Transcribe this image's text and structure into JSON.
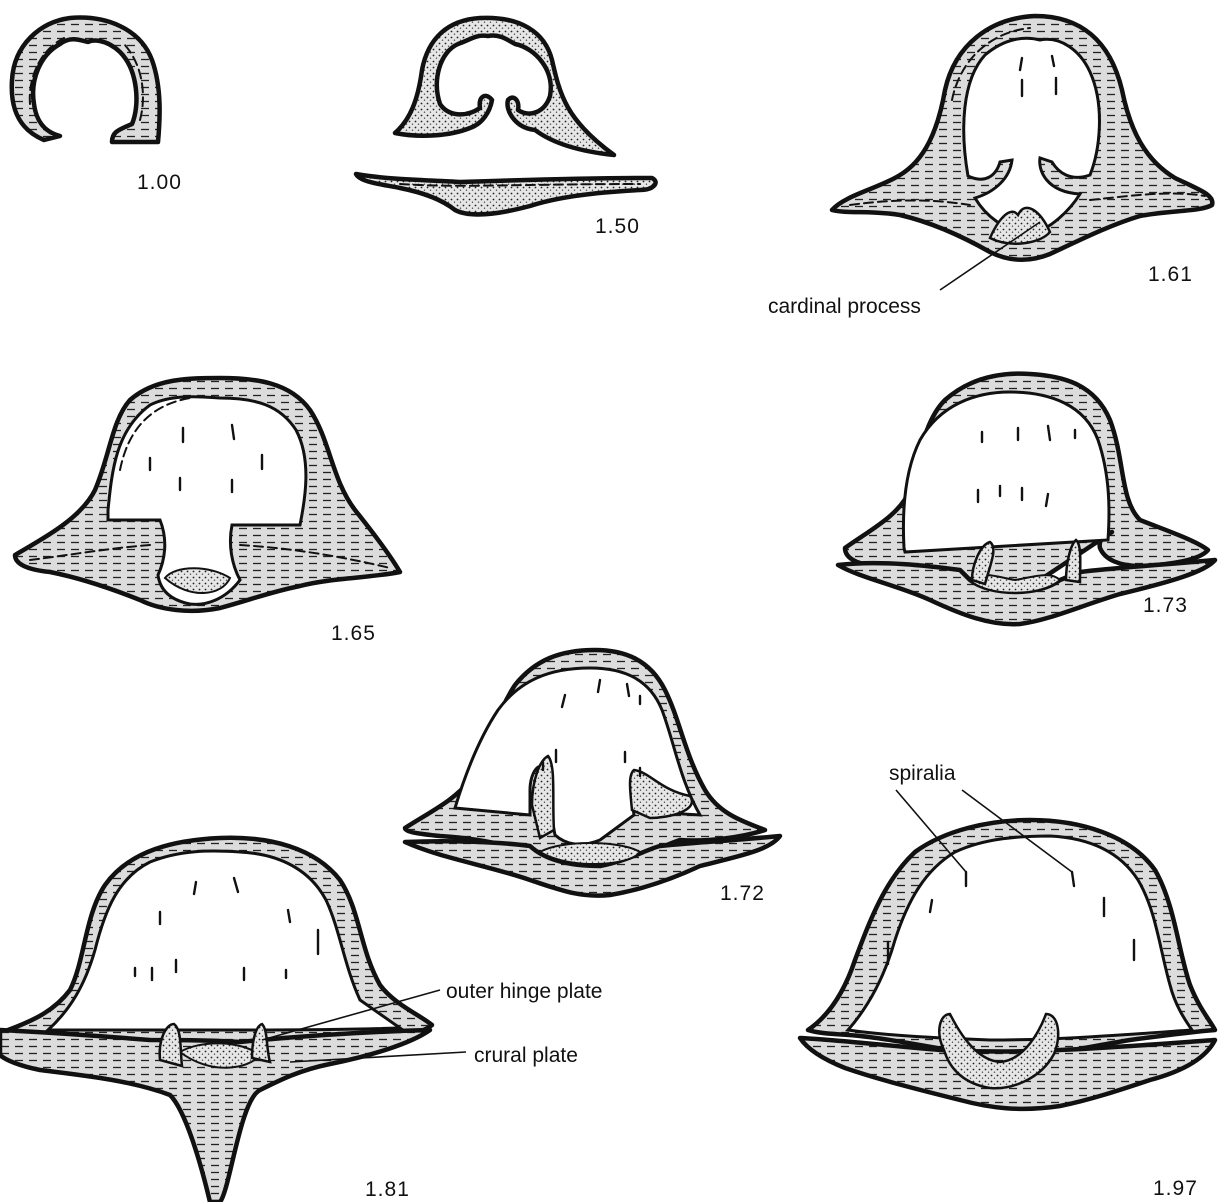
{
  "sections": [
    {
      "label": "1.00"
    },
    {
      "label": "1.50"
    },
    {
      "label": "1.61"
    },
    {
      "label": "1.65"
    },
    {
      "label": "1.73"
    },
    {
      "label": "1.72"
    },
    {
      "label": "1.81"
    },
    {
      "label": "1.97"
    }
  ],
  "annotations": {
    "cardinal_process": "cardinal process",
    "spiralia": "spiralia",
    "outer_hinge_plate": "outer hinge plate",
    "crural_plate": "crural plate"
  },
  "colors": {
    "ink": "#111111",
    "shell_fill": "#d9d9d9",
    "stipple_fill": "#bdbdbd",
    "background": "#ffffff"
  }
}
